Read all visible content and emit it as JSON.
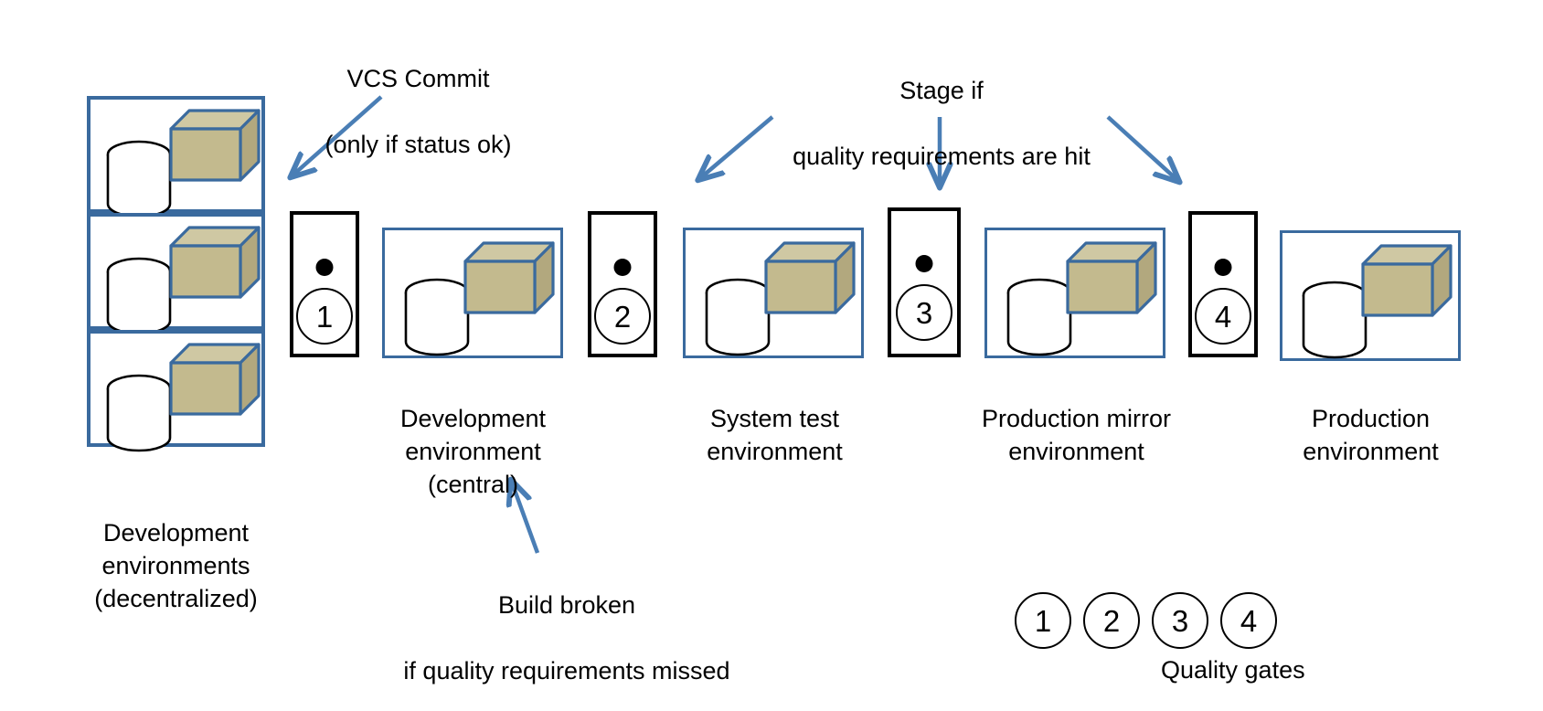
{
  "diagram": {
    "title_text": "",
    "colors": {
      "env_border": "#3A6A9E",
      "gate_border": "#000000",
      "arrow": "#4A7EB5",
      "cube_front": "#C3BA8E",
      "cube_top": "#CFC8A3",
      "cube_side": "#B2A87E",
      "cube_edge": "#3A6A9E",
      "cylinder_stroke": "#000000",
      "background": "#FFFFFF",
      "text": "#000000"
    },
    "annotations": [
      {
        "name": "vcs-commit",
        "line1": "VCS Commit",
        "line2": "(only if status ok)"
      },
      {
        "name": "stage-if",
        "line1": "Stage if",
        "line2": "quality requirements are hit"
      },
      {
        "name": "build-broken",
        "line1": "Build broken",
        "line2": "if quality requirements missed"
      }
    ],
    "environments": [
      {
        "name": "development-decentralized",
        "label": "Development\nenvironments\n(decentralized)",
        "kind": "stack",
        "stack_count": 3,
        "icons": [
          "database-cylinder",
          "artifact-cube"
        ]
      },
      {
        "name": "development-central",
        "label": "Development\nenvironment\n(central)",
        "kind": "single",
        "icons": [
          "database-cylinder",
          "artifact-cube"
        ]
      },
      {
        "name": "system-test",
        "label": "System test\nenvironment",
        "kind": "single",
        "icons": [
          "database-cylinder",
          "artifact-cube"
        ]
      },
      {
        "name": "production-mirror",
        "label": "Production mirror\nenvironment",
        "kind": "single",
        "icons": [
          "database-cylinder",
          "artifact-cube"
        ]
      },
      {
        "name": "production",
        "label": "Production\nenvironment",
        "kind": "single",
        "icons": [
          "database-cylinder",
          "artifact-cube"
        ]
      }
    ],
    "quality_gates": [
      {
        "name": "gate-1",
        "number": "1"
      },
      {
        "name": "gate-2",
        "number": "2"
      },
      {
        "name": "gate-3",
        "number": "3"
      },
      {
        "name": "gate-4",
        "number": "4"
      }
    ],
    "legend": {
      "caption": "Quality gates",
      "items": [
        "1",
        "2",
        "3",
        "4"
      ]
    }
  }
}
